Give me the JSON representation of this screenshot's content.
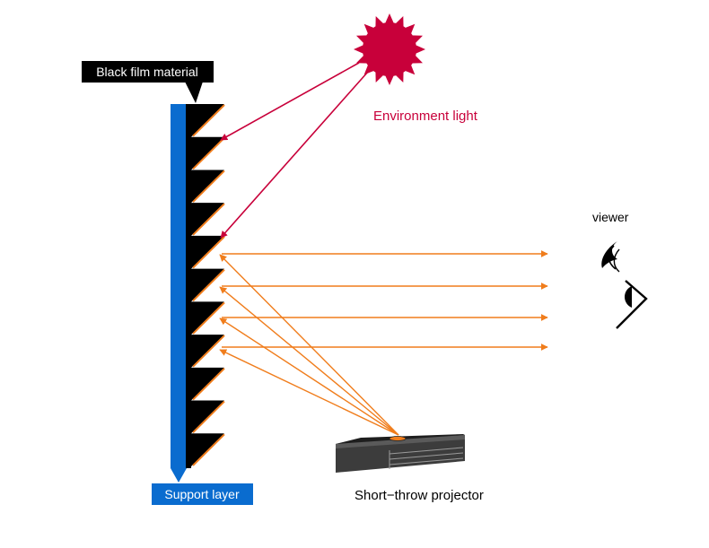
{
  "labels": {
    "black_film": "Black film material",
    "environment_light": "Environment light",
    "viewer": "viewer",
    "support_layer": "Support layer",
    "projector": "Short−throw projector"
  },
  "colors": {
    "support_layer": "#0a6ccf",
    "film": "#000000",
    "sun": "#c8003a",
    "environment_light": "#c8003a",
    "projector_light": "#f07d1c",
    "label_black_bg": "#000000",
    "label_blue_bg": "#0a6ccf",
    "projector_body": "#3c3c3c"
  },
  "film_teeth_count": 11,
  "icons": {
    "sun": "sun-icon",
    "eye": "eye-icon",
    "projector": "projector-icon"
  }
}
